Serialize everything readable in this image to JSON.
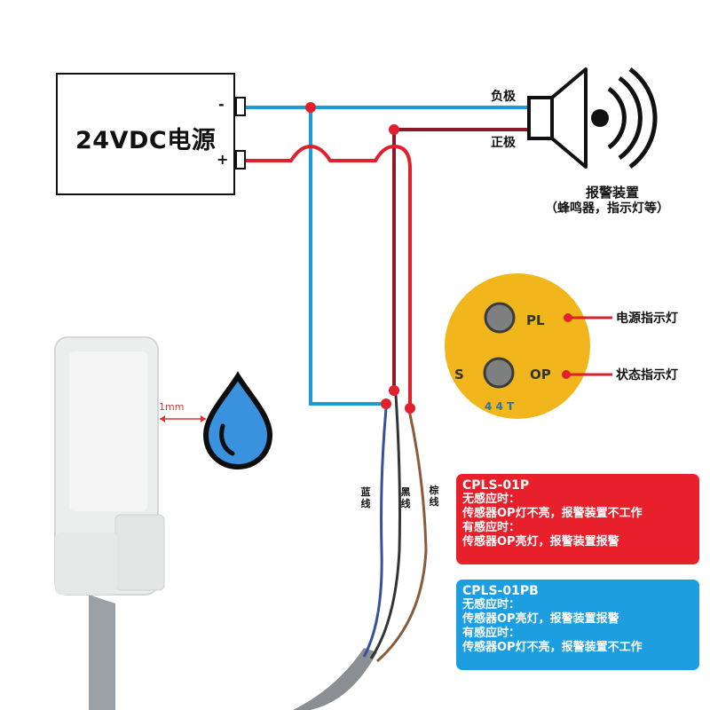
{
  "power_supply": {
    "label": "24VDC电源",
    "minus": "-",
    "plus": "+"
  },
  "alarm": {
    "neg_label": "负极",
    "pos_label": "正极",
    "title": "报警装置",
    "subtitle": "（蜂鸣器，指示灯等）"
  },
  "indicators": {
    "pl_badge": "PL",
    "op_badge": "OP",
    "s_badge": "S",
    "power_led_label": "电源指示灯",
    "status_led_label": "状态指示灯"
  },
  "wires": {
    "blue": "蓝线",
    "black": "黑线",
    "brown": "棕线"
  },
  "sensor": {
    "distance": "1mm"
  },
  "colors": {
    "blue_wire": "#1e9ad8",
    "red_wire": "#e0202c",
    "dark_wire": "#8a1a28",
    "red_box": "#e8202b",
    "blue_box": "#1c9ee0"
  },
  "models": [
    {
      "name": "CPLS-01P",
      "lines": [
        "无感应时：",
        "传感器OP灯不亮，报警装置不工作",
        "有感应时：",
        "传感器OP亮灯，报警装置报警"
      ]
    },
    {
      "name": "CPLS-01PB",
      "lines": [
        "无感应时：",
        "传感器OP亮灯，报警装置报警",
        "有感应时：",
        "传感器OP灯不亮，报警装置不工作"
      ]
    }
  ]
}
